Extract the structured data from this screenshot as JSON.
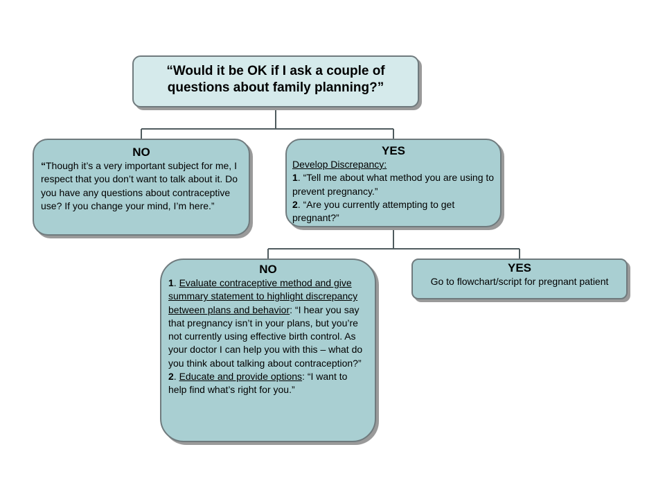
{
  "root": {
    "question": "“Would it be OK if I ask a couple of questions about family planning?”"
  },
  "no_branch": {
    "title": "NO",
    "quote_mark": "“",
    "text": "Though it’s a very important subject for me, I respect that you don’t want to talk about it.  Do you have any questions about contraceptive use?  If you change your mind, I’m here.”"
  },
  "yes_branch": {
    "title": "YES",
    "subtitle": "Develop Discrepancy:",
    "items": [
      {
        "num": "1",
        "text": ". “Tell me about what method you are using to prevent pregnancy.”"
      },
      {
        "num": "2",
        "text": ". “Are you currently attempting to get pregnant?”"
      }
    ]
  },
  "yes_no_branch": {
    "title": "NO",
    "item1": {
      "num": "1",
      "sep": ". ",
      "underlined": "Evaluate contraceptive method and give summary statement to highlight discrepancy between plans and behavior",
      "text": ": “I hear you say that pregnancy isn’t in your plans, but you’re not currently using effective birth control.  As your doctor I can help you with this – what do you think about talking about contraception?”"
    },
    "item2": {
      "num": "2",
      "sep": ". ",
      "underlined": "Educate and provide options",
      "text": ": “I want to help find what’s right for you.”"
    }
  },
  "yes_yes_branch": {
    "title": "YES",
    "text": "Go to flowchart/script for pregnant patient"
  },
  "colors": {
    "root_fill": "#d5eaeb",
    "node_fill": "#a9cfd2",
    "border": "#6f7a7d",
    "connector": "#4f5b5e"
  }
}
